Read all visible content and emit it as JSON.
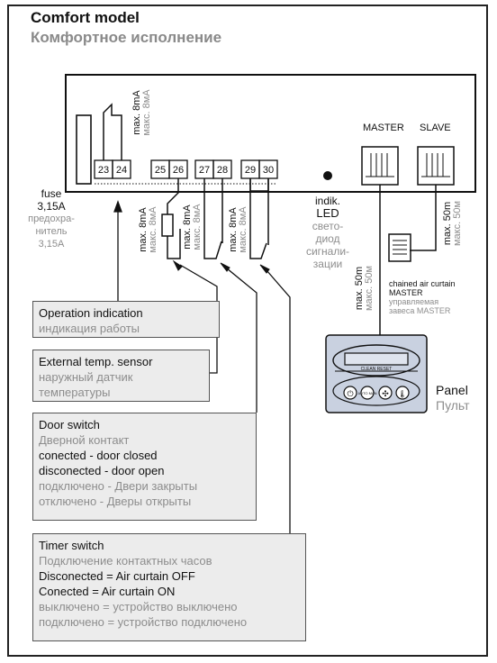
{
  "title": {
    "en": "Comfort model",
    "ru": "Комфортное исполнение"
  },
  "terminals": [
    "23",
    "24",
    "25",
    "26",
    "27",
    "28",
    "29",
    "30"
  ],
  "ports": {
    "master": "MASTER",
    "slave": "SLAVE"
  },
  "max_8ma": {
    "en": "max. 8mA",
    "ru": "макс. 8мА"
  },
  "max_50m": {
    "en": "max. 50m",
    "ru": "макс. 50м"
  },
  "fuse": {
    "en_line1": "fuse",
    "en_line2": "3,15A",
    "ru_line1": "предохра-",
    "ru_line2": "нитель",
    "ru_line3": "3,15A"
  },
  "led": {
    "en_line1": "indik.",
    "en_line2": "LED",
    "ru_line1": "свето-",
    "ru_line2": "диод",
    "ru_line3": "сигнали-",
    "ru_line4": "зации"
  },
  "chained": {
    "en_line1": "chained air curtain",
    "en_line2": "MASTER",
    "ru_line1": "управляемая",
    "ru_line2": "завеса MASTER"
  },
  "panel": {
    "en": "Panel",
    "ru": "Пульт",
    "display_text": "CLEAN RESET",
    "buttons": [
      "⏻",
      "AUTO MAN",
      "✣",
      "🌡"
    ]
  },
  "boxes": {
    "operation": {
      "en": "Operation indication",
      "ru": "индикация работы"
    },
    "temp_sensor": {
      "en": "External temp. sensor",
      "ru_line1": "наружный датчик",
      "ru_line2": "температуры"
    },
    "door": {
      "en_title": "Door switch",
      "ru_title": "Дверной контакт",
      "en_line1": "conected - door closed",
      "en_line2": "disconected - door open",
      "ru_line1": "подключено - Двери закрыты",
      "ru_line2": "отключено - Дверы открыты"
    },
    "timer": {
      "en_title": "Timer switch",
      "ru_title": "Подключение контактных часов",
      "en_line1": "Disconected = Air curtain OFF",
      "en_line2": "Conected = Air curtain ON",
      "ru_line1": "выключено = устройство выключено",
      "ru_line2": "подключено = устройство подключено"
    }
  }
}
